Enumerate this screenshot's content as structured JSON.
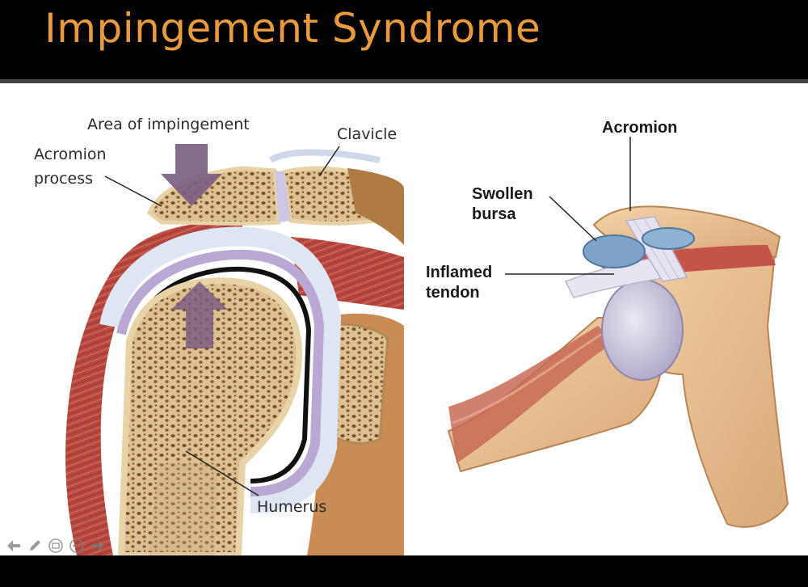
{
  "slide": {
    "title": "Impingement Syndrome"
  },
  "left_figure": {
    "labels": {
      "area": "Area of impingement",
      "acromion_line1": "Acromion",
      "acromion_line2": "process",
      "clavicle": "Clavicle",
      "humerus": "Humerus"
    }
  },
  "right_figure": {
    "labels": {
      "acromion": "Acromion",
      "bursa_line1": "Swollen",
      "bursa_line2": "bursa",
      "tendon_line1": "Inflamed",
      "tendon_line2": "tendon"
    }
  },
  "nav": {
    "icons": [
      "back-arrow-icon",
      "pen-icon",
      "slide-sorter-icon",
      "menu-dots-icon",
      "forward-arrow-icon"
    ]
  },
  "colors": {
    "title": "#e89a3c",
    "bone": "#d9b98a",
    "muscle": "#b8483f",
    "cartilage": "#b9a7d4",
    "bursa": "#7fa3c8"
  }
}
